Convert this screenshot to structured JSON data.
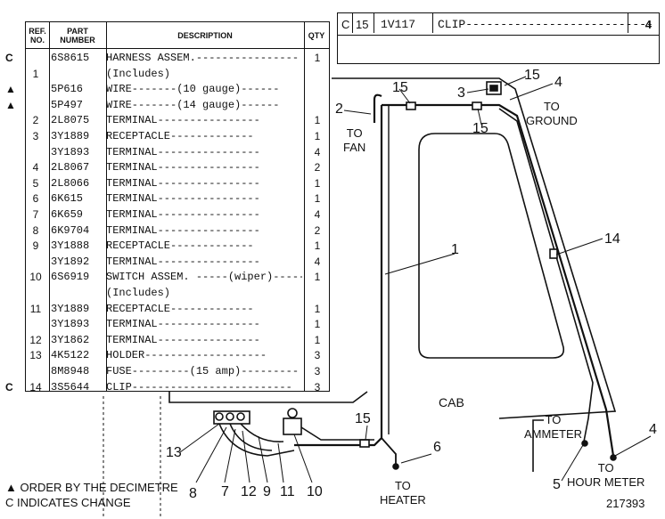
{
  "table": {
    "headers": {
      "ref": "REF. NO.",
      "part": "PART NUMBER",
      "desc": "DESCRIPTION",
      "qty": "QTY"
    },
    "rows": [
      {
        "marker": "C",
        "ref": "",
        "part": "6S8615",
        "desc": "HARNESS ASSEM.----------------",
        "qty": "1"
      },
      {
        "marker": "",
        "ref": "1",
        "part": "",
        "desc": "(Includes)",
        "qty": ""
      },
      {
        "marker": "▲",
        "ref": "",
        "part": "5P616",
        "desc": "WIRE-------(10 gauge)------",
        "qty": ""
      },
      {
        "marker": "▲",
        "ref": "",
        "part": "5P497",
        "desc": "WIRE-------(14 gauge)------",
        "qty": ""
      },
      {
        "marker": "",
        "ref": "2",
        "part": "2L8075",
        "desc": "TERMINAL----------------",
        "qty": "1"
      },
      {
        "marker": "",
        "ref": "3",
        "part": "3Y1889",
        "desc": "RECEPTACLE-------------",
        "qty": "1"
      },
      {
        "marker": "",
        "ref": "",
        "part": "3Y1893",
        "desc": "TERMINAL----------------",
        "qty": "4"
      },
      {
        "marker": "",
        "ref": "4",
        "part": "2L8067",
        "desc": "TERMINAL----------------",
        "qty": "2"
      },
      {
        "marker": "",
        "ref": "5",
        "part": "2L8066",
        "desc": "TERMINAL----------------",
        "qty": "1"
      },
      {
        "marker": "",
        "ref": "6",
        "part": "6K615",
        "desc": "TERMINAL----------------",
        "qty": "1"
      },
      {
        "marker": "",
        "ref": "7",
        "part": "6K659",
        "desc": "TERMINAL----------------",
        "qty": "4"
      },
      {
        "marker": "",
        "ref": "8",
        "part": "6K9704",
        "desc": "TERMINAL----------------",
        "qty": "2"
      },
      {
        "marker": "",
        "ref": "9",
        "part": "3Y1888",
        "desc": "RECEPTACLE-------------",
        "qty": "1"
      },
      {
        "marker": "",
        "ref": "",
        "part": "3Y1892",
        "desc": "TERMINAL----------------",
        "qty": "4"
      },
      {
        "marker": "",
        "ref": "10",
        "part": "6S6919",
        "desc": "SWITCH ASSEM. -----(wiper)------",
        "qty": "1"
      },
      {
        "marker": "",
        "ref": "",
        "part": "",
        "desc": "(Includes)",
        "qty": ""
      },
      {
        "marker": "",
        "ref": "11",
        "part": "3Y1889",
        "desc": "RECEPTACLE-------------",
        "qty": "1"
      },
      {
        "marker": "",
        "ref": "",
        "part": "3Y1893",
        "desc": "TERMINAL----------------",
        "qty": "1"
      },
      {
        "marker": "",
        "ref": "12",
        "part": "3Y1862",
        "desc": "TERMINAL----------------",
        "qty": "1"
      },
      {
        "marker": "",
        "ref": "13",
        "part": "4K5122",
        "desc": "HOLDER-------------------",
        "qty": "3"
      },
      {
        "marker": "",
        "ref": "",
        "part": "8M8948",
        "desc": "FUSE---------(15 amp)---------",
        "qty": "3"
      },
      {
        "marker": "C",
        "ref": "14",
        "part": "3S5644",
        "desc": "CLIP-------------------------",
        "qty": "3"
      }
    ]
  },
  "clip_box": {
    "marker": "C",
    "ref": "15",
    "part": "1V117",
    "desc": "CLIP---------------------------",
    "qty": "4"
  },
  "labels": {
    "to_fan": "TO\nFAN",
    "to_ground": "TO\nGROUND",
    "cab": "CAB",
    "to_ammeter": "TO\nAMMETER",
    "to_hour_meter": "TO\nHOUR METER",
    "to_heater": "TO\nHEATER"
  },
  "callouts": [
    "1",
    "2",
    "3",
    "4",
    "4",
    "5",
    "6",
    "7",
    "8",
    "9",
    "10",
    "11",
    "12",
    "13",
    "14",
    "15",
    "15",
    "15",
    "15"
  ],
  "footnotes": {
    "decimetre": "▲ ORDER BY THE DECIMETRE",
    "change": "C INDICATES CHANGE",
    "figure_no": "217393"
  }
}
